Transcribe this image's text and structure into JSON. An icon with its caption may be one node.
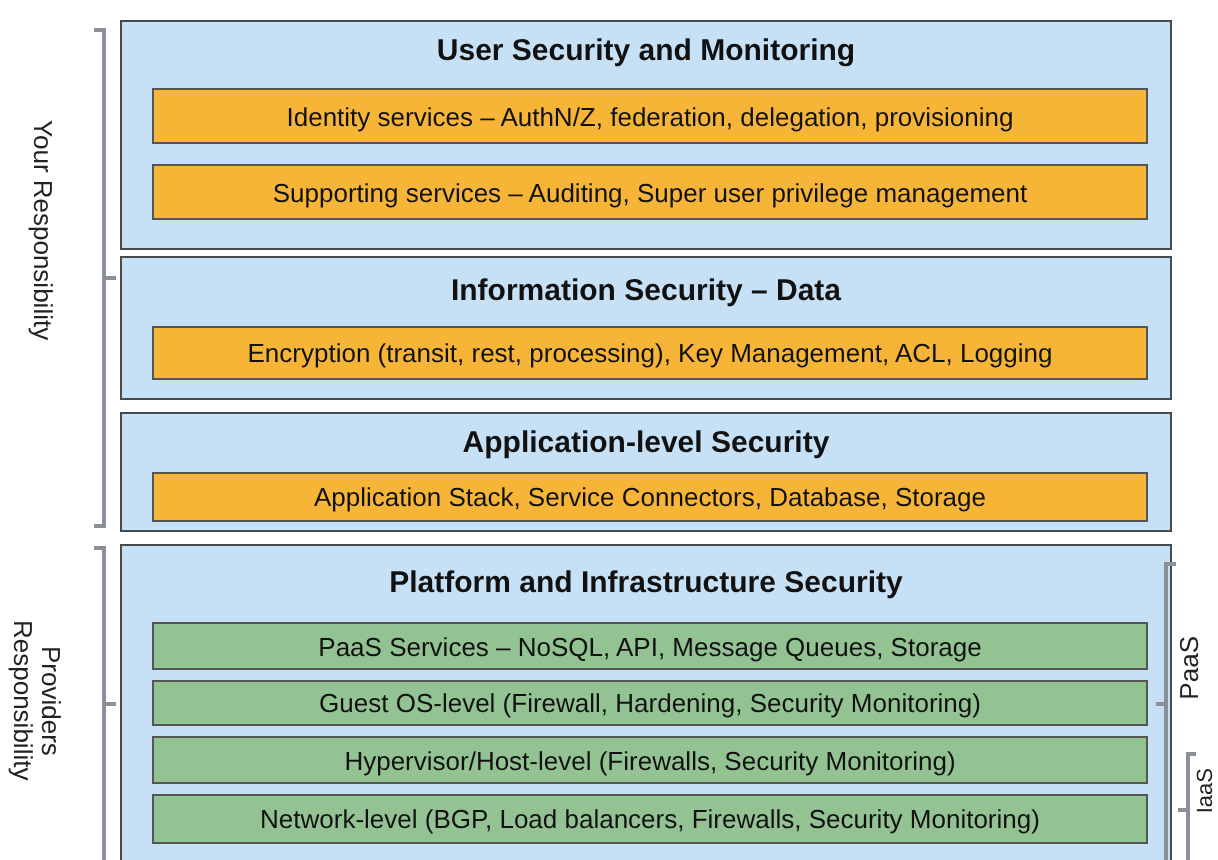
{
  "diagram": {
    "nodes": [
      {
        "text": [
          "User Security and Monitoring"
        ]
      },
      {
        "text": [
          "Identity services – AuthN/Z, federation, delegation, provisioning"
        ],
        "in": 0
      },
      {
        "text": [
          "Supporting services – Auditing, Super user privilege management"
        ],
        "in": 0
      },
      {
        "text": [
          "Information Security – Data"
        ]
      },
      {
        "text": [
          "Encryption (transit, rest, processing), Key Management, ACL, Logging"
        ],
        "in": 3
      },
      {
        "text": [
          "Application-level Security"
        ]
      },
      {
        "text": [
          "Application Stack, Service Connectors, Database, Storage"
        ],
        "in": 5
      },
      {
        "text": [
          "Platform and Infrastructure Security"
        ]
      },
      {
        "text": [
          "PaaS Services – NoSQL, API, Message Queues, Storage"
        ],
        "in": 7
      },
      {
        "text": [
          "Guest OS-level (Firewall, Hardening, Security Monitoring)"
        ],
        "in": 7
      },
      {
        "text": [
          "Hypervisor/Host-level (Firewalls, Security Monitoring)"
        ],
        "in": 7
      },
      {
        "text": [
          "Network-level (BGP, Load balancers, Firewalls, Security Monitoring)"
        ],
        "in": 7
      }
    ],
    "edges": [],
    "labels": [
      "Your Responsibility",
      "Providers Responsibility",
      "PaaS",
      "IaaS"
    ]
  }
}
